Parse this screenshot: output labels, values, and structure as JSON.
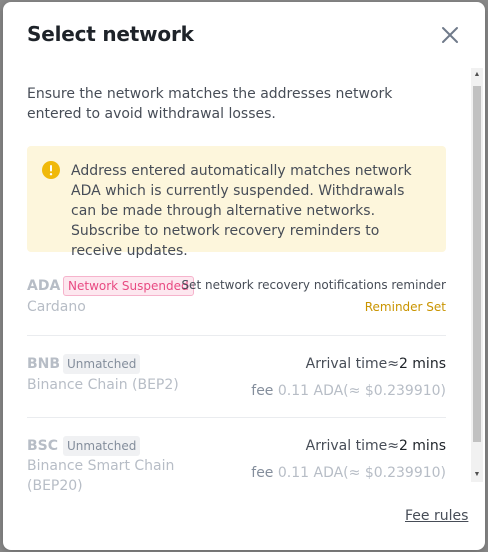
{
  "modal": {
    "title": "Select network",
    "notice": "Ensure the network matches the addresses network entered to avoid withdrawal losses.",
    "warning": "Address entered automatically matches network ADA which is currently suspended. Withdrawals can be made through alternative networks. Subscribe to network recovery reminders to receive updates.",
    "warning_color": "#fdf6dc",
    "accent_color": "#f0b90b",
    "networks": [
      {
        "code": "ADA",
        "badge": "Network Suspended",
        "name": "Cardano",
        "right_text": "Set network recovery notifications reminder",
        "reminder": "Reminder Set"
      },
      {
        "code": "BNB",
        "badge": "Unmatched",
        "name": "Binance Chain (BEP2)",
        "arrival_label": "Arrival time≈",
        "arrival_value": "2 mins",
        "fee_label": "fee",
        "fee_value": "0.11 ADA(≈ $0.239910)"
      },
      {
        "code": "BSC",
        "badge": "Unmatched",
        "name": "Binance Smart Chain (BEP20)",
        "arrival_label": "Arrival time≈",
        "arrival_value": "2 mins",
        "fee_label": "fee",
        "fee_value": "0.11 ADA(≈ $0.239910)"
      }
    ],
    "fee_rules": "Fee rules"
  }
}
